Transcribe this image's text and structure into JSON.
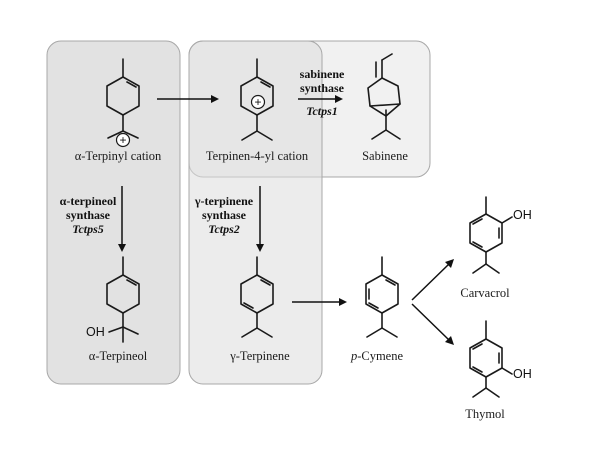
{
  "compounds": {
    "alpha_terpinyl_cation": "α-Terpinyl cation",
    "terpinen_4_yl_cation": "Terpinen-4-yl cation",
    "sabinene": "Sabinene",
    "alpha_terpineol": "α-Terpineol",
    "gamma_terpinene": "γ-Terpinene",
    "p_cymene_prefix": "p",
    "p_cymene_rest": "-Cymene",
    "carvacrol": "Carvacrol",
    "thymol": "Thymol"
  },
  "enzymes": {
    "sabinene_synthase": {
      "line1": "sabinene",
      "line2": "synthase",
      "gene": "Tctps1"
    },
    "alpha_terpineol_synthase": {
      "line1": "α-terpineol",
      "line2": "synthase",
      "gene": "Tctps5"
    },
    "gamma_terpinene_synthase": {
      "line1": "γ-terpinene",
      "line2": "synthase",
      "gene": "Tctps2"
    }
  },
  "atoms": {
    "oh_alpha_terpineol": "OH",
    "oh_carvacrol": "OH",
    "oh_thymol": "OH",
    "cation_charge": "+"
  },
  "colors": {
    "box_fill": "#e4e4e4",
    "box_fill_light": "#eeeeee",
    "box_stroke": "#a8a8a8"
  }
}
